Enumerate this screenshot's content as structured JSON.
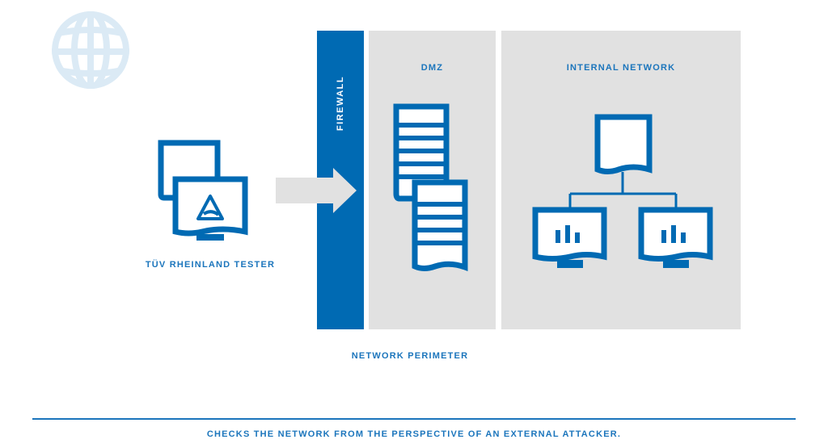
{
  "colors": {
    "brand_blue": "#006ab3",
    "label_blue": "#1b75bc",
    "panel_gray": "#e1e1e1",
    "globe_light": "#dbeaf5",
    "arrow_gray": "#e1e1e1"
  },
  "icons": {
    "globe": "globe-icon",
    "tester": "dual-monitor-tuv-icon",
    "arrow": "right-arrow-icon",
    "dmz_servers": "document-server-stack-icon",
    "internal_server": "server-icon",
    "clients": "monitor-chart-icon"
  },
  "nodes": {
    "tester": {
      "label": "TÜV RHEINLAND TESTER"
    },
    "firewall": {
      "label": "FIREWALL"
    },
    "dmz": {
      "label": "DMZ"
    },
    "internal": {
      "label": "INTERNAL NETWORK"
    }
  },
  "perimeter_label": "NETWORK PERIMETER",
  "caption": "CHECKS THE NETWORK FROM THE PERSPECTIVE OF AN EXTERNAL ATTACKER."
}
